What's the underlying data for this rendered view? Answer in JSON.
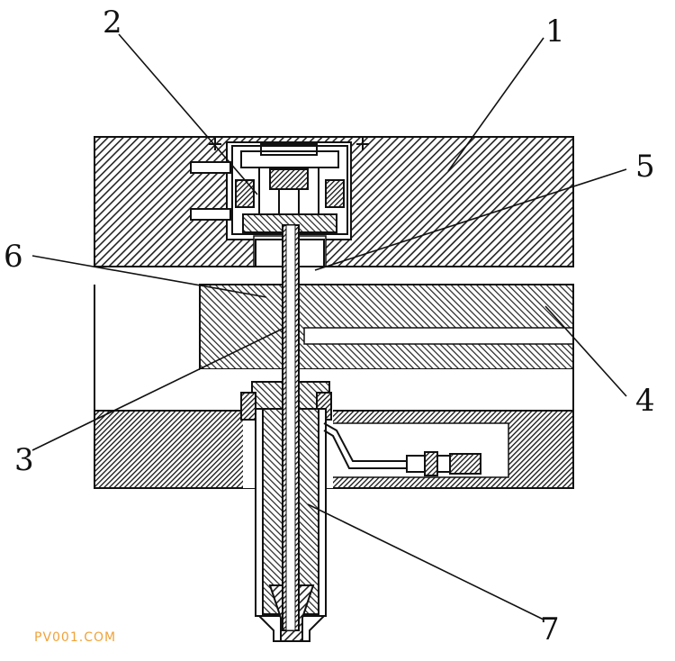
{
  "diagram": {
    "callouts": [
      {
        "id": "c1",
        "label": "1"
      },
      {
        "id": "c2",
        "label": "2"
      },
      {
        "id": "c3",
        "label": "3"
      },
      {
        "id": "c4",
        "label": "4"
      },
      {
        "id": "c5",
        "label": "5"
      },
      {
        "id": "c6",
        "label": "6"
      },
      {
        "id": "c7",
        "label": "7"
      }
    ]
  },
  "watermark": {
    "text": "PV001.COM"
  },
  "colors": {
    "ink": "#111111",
    "watermark": "#f0a23a"
  }
}
